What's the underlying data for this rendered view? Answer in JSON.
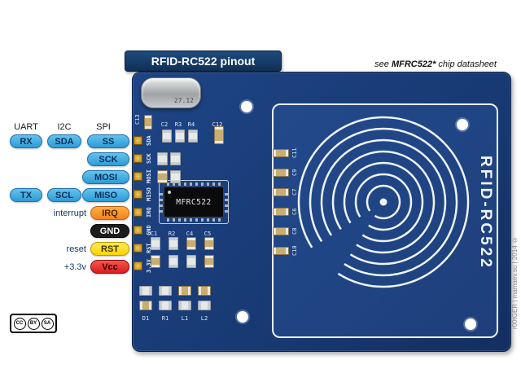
{
  "title": "RFID-RC522 pinout",
  "datasheet_note": {
    "pre": "see ",
    "chip": "MFRC522*",
    "post": " chip datasheet"
  },
  "bus_headers": [
    "UART",
    "I2C",
    "SPI"
  ],
  "pin_labels": {
    "rx": "RX",
    "sda": "SDA",
    "ss": "SS",
    "sck": "SCK",
    "mosi": "MOSI",
    "tx": "TX",
    "scl": "SCL",
    "miso": "MISO",
    "irq": "IRQ",
    "gnd": "GND",
    "rst": "RST",
    "vcc": "Vcc"
  },
  "side_labels": {
    "interrupt": "interrupt",
    "reset": "reset",
    "power": "+3.3v"
  },
  "board": {
    "crystal": "27.12",
    "chip": "MFRC522",
    "name_vertical": "RFID-RC522",
    "silkscreen": [
      "SDA",
      "SCK",
      "MOSI",
      "MISO",
      "IRQ",
      "GND",
      "RST",
      "3.3V"
    ],
    "labels_top": [
      "C13",
      "C2",
      "R3",
      "R4",
      "C12"
    ],
    "labels_mid": [
      "C1",
      "R2",
      "C4",
      "C5"
    ],
    "labels_column": [
      "C11",
      "C9",
      "C7",
      "C6",
      "C8",
      "C10"
    ],
    "labels_bottom": [
      "D1",
      "R1",
      "L1",
      "L2"
    ]
  },
  "license_badge": [
    "CC",
    "BY",
    "SA"
  ],
  "watermark": "r00tGER | mamaev.su | 2014 ©",
  "colors": {
    "pill_blue": "#35a8e0",
    "pill_orange": "#f58220",
    "pill_black": "#1c1c1c",
    "pill_yellow": "#ffd400",
    "pill_red": "#dd1b21",
    "board_blue": "#183a74",
    "banner_navy": "#112f52"
  }
}
